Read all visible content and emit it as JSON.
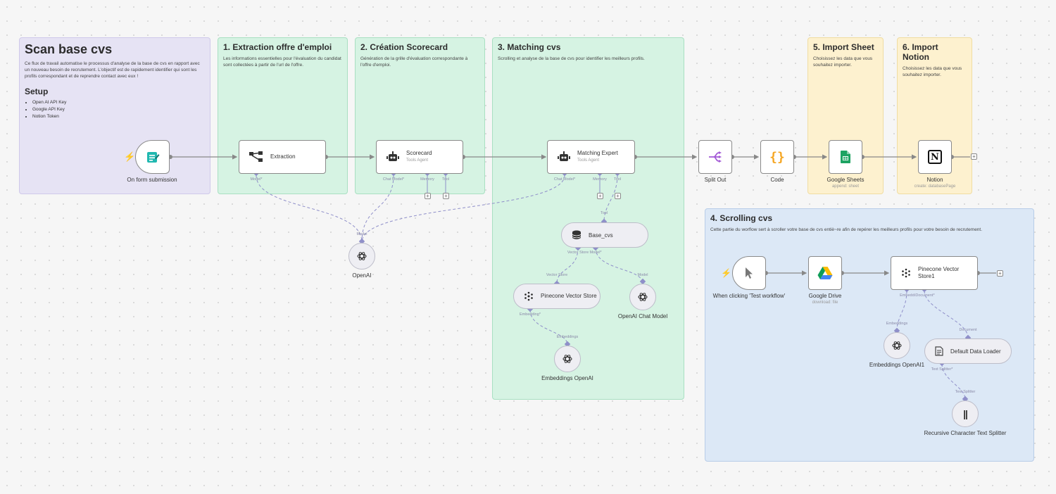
{
  "stickies": {
    "main": {
      "title": "Scan base cvs",
      "description": "Ce flux de travail automatise le processus d'analyse de la base de cvs en rapport avec un nouveau besoin de recrutement. L'objectif est de rapidement identifier qui sont les profils correspondant et de reprendre contact avec eux !",
      "setup_title": "Setup",
      "setup_items": [
        "Open AI API Key",
        "Google API Key",
        "Notion Token"
      ]
    },
    "extraction": {
      "title": "1. Extraction offre d'emploi",
      "description": "Les informations essentielles pour l'évaluation du candidat sont collectées à partir de l'url de l'offre."
    },
    "scorecard": {
      "title": "2. Création Scorecard",
      "description": "Génération de la grille d'évaluation correspondante à l'offre d'emploi."
    },
    "matching": {
      "title": "3. Matching cvs",
      "description": "Scrolling et analyse de la base de cvs pour identifier les meilleurs profils."
    },
    "import_sheet": {
      "title": "5. Import Sheet",
      "description": "Choisissez les data que vous souhaitez importer."
    },
    "import_notion": {
      "title": "6. Import Notion",
      "description": "Choisissez les data que vous souhaitez importer."
    },
    "scrolling": {
      "title": "4. Scrolling cvs",
      "description": "Cette partie du worflow sert à scroller votre base de cvs entiè~re afin de repérer les meilleurs profils pour votre besoin de recrutement."
    }
  },
  "nodes": {
    "form_trigger": {
      "label": "On form submission",
      "icon": "form-icon"
    },
    "extraction": {
      "label": "Extraction",
      "icon": "information-extractor-icon"
    },
    "scorecard": {
      "label": "Scorecard",
      "sub": "Tools Agent",
      "icon": "robot-icon"
    },
    "matching_expert": {
      "label": "Matching Expert",
      "sub": "Tools Agent",
      "icon": "robot-icon"
    },
    "split_out": {
      "label": "Split Out",
      "icon": "split-icon"
    },
    "code": {
      "label": "Code",
      "glyph": "{}"
    },
    "google_sheets": {
      "label": "Google Sheets",
      "sub": "append: sheet",
      "icon": "google-sheets-icon"
    },
    "notion": {
      "label": "Notion",
      "sub": "create: databasePage",
      "glyph": "N"
    },
    "openai": {
      "label": "OpenAI"
    },
    "base_cvs": {
      "label": "Base_cvs"
    },
    "pinecone_store": {
      "label": "Pinecone Vector Store"
    },
    "openai_chat_model": {
      "label": "OpenAI Chat Model"
    },
    "embeddings_openai": {
      "label": "Embeddings OpenAI"
    },
    "manual_trigger": {
      "label": "When clicking 'Test workflow'"
    },
    "google_drive": {
      "label": "Google Drive",
      "sub": "download: file"
    },
    "pinecone_store1": {
      "label": "Pinecone Vector Store1"
    },
    "embeddings_openai1": {
      "label": "Embeddings OpenAI1"
    },
    "default_data_loader": {
      "label": "Default Data Loader"
    },
    "text_splitter": {
      "label": "Recursive Character Text Splitter",
      "glyph": "||"
    }
  },
  "ports": {
    "model_req": "Model*",
    "chat_model_req": "Chat Model*",
    "memory": "Memory",
    "tool": "Tool",
    "model": "Model",
    "vector_store": "Vector Store",
    "embedding_req": "Embedding*",
    "embeddings": "Embeddings",
    "embedding_short": "Embeddi",
    "document_req": "Document*",
    "document": "Document",
    "text_splitter_req": "Text Splitter*",
    "text_splitter": "Text Splitter"
  },
  "colors": {
    "accent_port": "#8f8fc9",
    "connection": "#888888",
    "trigger_bolt": "#ff6d5a"
  }
}
